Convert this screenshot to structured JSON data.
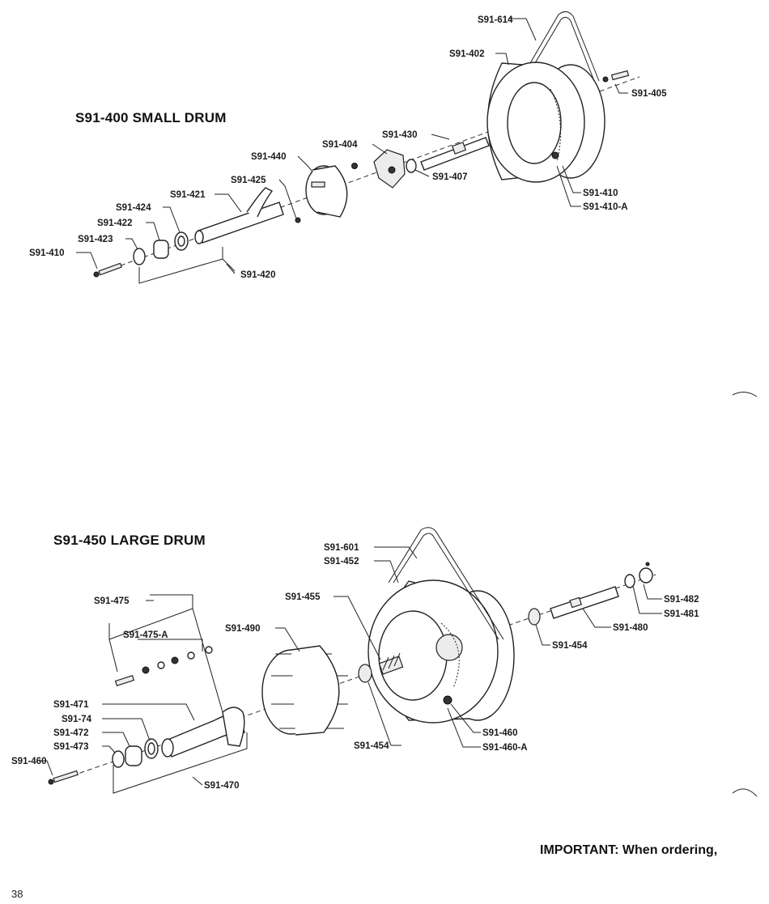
{
  "small_drum": {
    "title": "S91-400 SMALL DRUM",
    "labels": {
      "p614": "S91-614",
      "p402": "S91-402",
      "p405": "S91-405",
      "p430": "S91-430",
      "p404": "S91-404",
      "p407": "S91-407",
      "p440": "S91-440",
      "p425": "S91-425",
      "p421": "S91-421",
      "p424": "S91-424",
      "p422": "S91-422",
      "p423": "S91-423",
      "p410_left": "S91-410",
      "p410_right": "S91-410",
      "p410a": "S91-410-A",
      "p420": "S91-420"
    }
  },
  "large_drum": {
    "title": "S91-450 LARGE DRUM",
    "labels": {
      "p601": "S91-601",
      "p452": "S91-452",
      "p455": "S91-455",
      "p490": "S91-490",
      "p475": "S91-475",
      "p475a": "S91-475-A",
      "p482": "S91-482",
      "p481": "S91-481",
      "p480": "S91-480",
      "p454_right": "S91-454",
      "p454_left": "S91-454",
      "p460_right": "S91-460",
      "p460a": "S91-460-A",
      "p471": "S91-471",
      "p74": "S91-74",
      "p472": "S91-472",
      "p473": "S91-473",
      "p460_left": "S91-460",
      "p470": "S91-470"
    }
  },
  "footer": {
    "important": "IMPORTANT: When ordering,",
    "page_number": "38"
  }
}
